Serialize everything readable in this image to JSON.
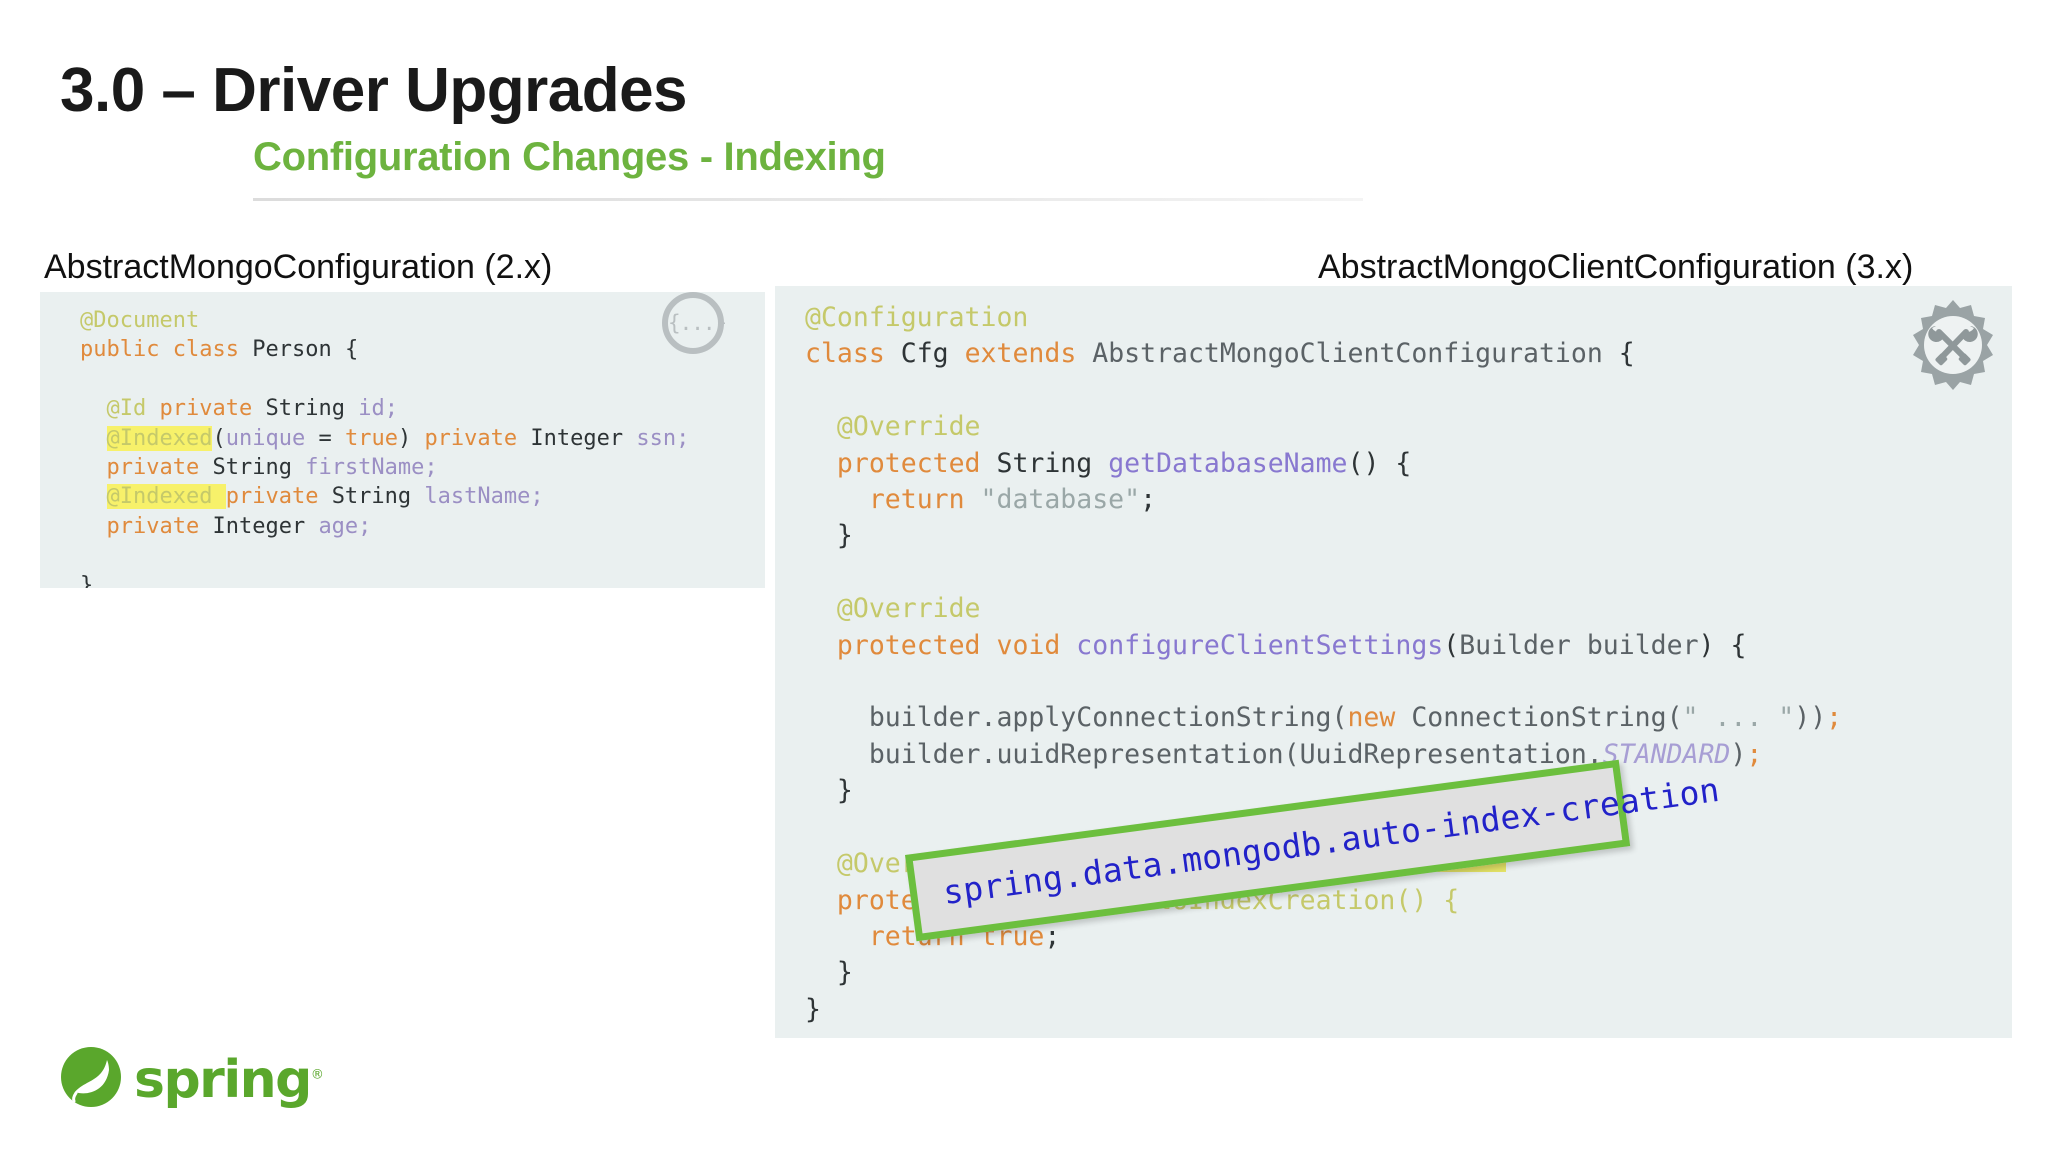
{
  "slide": {
    "title": "3.0 – Driver Upgrades",
    "subtitle": "Configuration Changes - Indexing",
    "accent_green": "#6db33f",
    "highlight_yellow": "#f7f16a",
    "code_background": "#eaf0f0"
  },
  "columns": {
    "left_heading": "AbstractMongoConfiguration (2.x)",
    "right_heading": "AbstractMongoClientConfiguration (3.x)"
  },
  "left_code": {
    "icon": "braces-icon",
    "icon_glyph": "{...}",
    "lines": [
      "@Document",
      "public class Person {",
      "",
      "   @Id private String id;",
      "   @Indexed(unique = true) private Integer ssn;",
      "   private String firstName;",
      "   @Indexed private String lastName;",
      "   private Integer age;",
      "",
      "}"
    ],
    "highlighted_tokens": [
      "@Indexed(",
      "@Indexed "
    ]
  },
  "right_code": {
    "icon": "gear-tools-icon",
    "lines": [
      "@Configuration",
      "class Cfg extends AbstractMongoClientConfiguration {",
      "",
      "   @Override",
      "   protected String getDatabaseName() {",
      "      return \"database\";",
      "   }",
      "",
      "   @Override",
      "   protected void configureClientSettings(Builder builder) {",
      "",
      "      builder.applyConnectionString(new ConnectionString(\" ... \"));",
      "      builder.uuidRepresentation(UuidRepresentation.STANDARD);",
      "   }",
      "",
      "   @Override",
      "   protected boolean autoIndexCreation() {",
      "      return true;",
      "   }",
      "}"
    ],
    "highlighted_tokens": [
      "autoIndexCreation() {"
    ]
  },
  "callout": {
    "text": "spring.data.mongodb.auto-index-creation",
    "border_color": "#6cbf3e",
    "text_color": "#2222c9",
    "background": "#e0e0e0"
  },
  "branding": {
    "logo_text": "spring",
    "logo_registered": "®",
    "logo_color": "#5aa72c"
  }
}
